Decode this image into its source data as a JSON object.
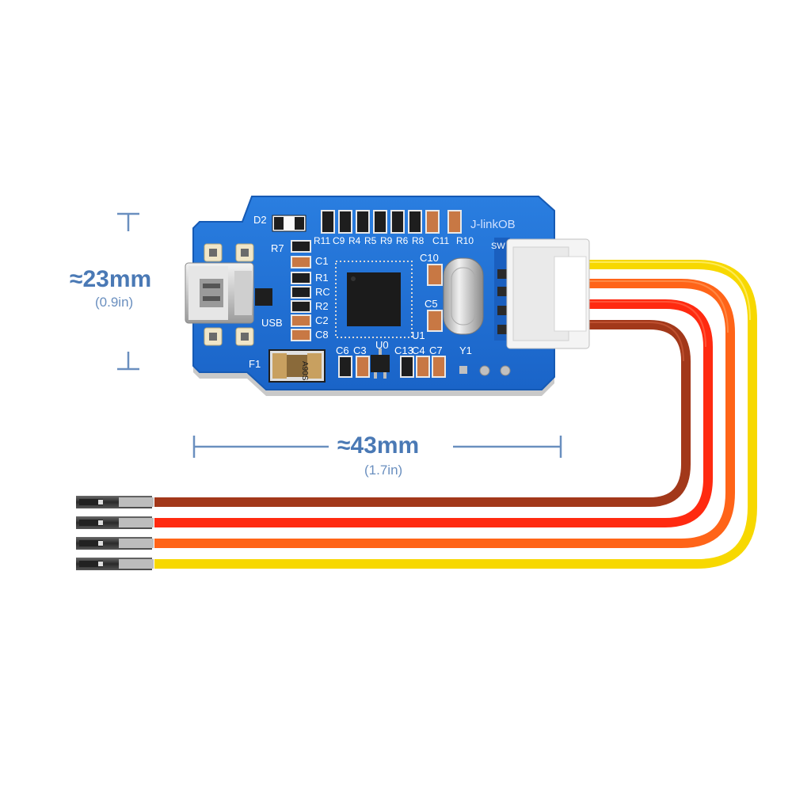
{
  "board": {
    "model_label": "J-linkOB",
    "designators": {
      "d2": "D2",
      "r7": "R7",
      "r11": "R11",
      "c9": "C9",
      "r4": "R4",
      "r5": "R5",
      "r9": "R9",
      "r6": "R6",
      "r8": "R8",
      "c11": "C11",
      "r10": "R10",
      "sw": "SW",
      "c1": "C1",
      "r1": "R1",
      "rc": "RC",
      "r2": "R2",
      "c2": "C2",
      "c8": "C8",
      "usb": "USB",
      "f1": "F1",
      "fuse_code": "A90S",
      "c10": "C10",
      "c5": "C5",
      "u1": "U1",
      "c6": "C6",
      "c3": "C3",
      "u0": "U0",
      "c13": "C13",
      "c4": "C4",
      "c7": "C7",
      "y1": "Y1"
    }
  },
  "dimensions": {
    "height": {
      "value": "≈23mm",
      "inches": "(0.9in)"
    },
    "width": {
      "value": "≈43mm",
      "inches": "(1.7in)"
    }
  },
  "colors": {
    "pcb": "#1f72d6",
    "dimension_text": "#4a79b5",
    "wire_brown": "#a83a1c",
    "wire_red": "#ff2a10",
    "wire_orange": "#ff6a1a",
    "wire_yellow": "#ffe000"
  }
}
